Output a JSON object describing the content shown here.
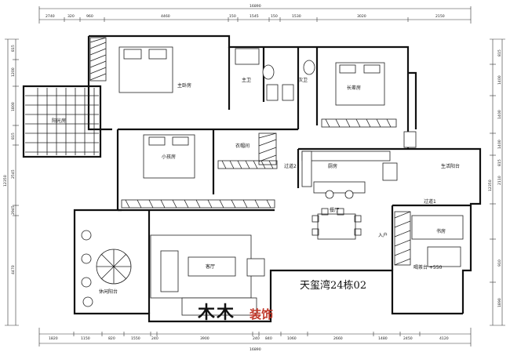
{
  "plan_title": "天玺湾24栋02",
  "brand": {
    "logo_text": "木木",
    "suffix": "装饰",
    "accent_color": "#c0392b"
  },
  "rooms": {
    "master_bedroom": "主卧房",
    "master_bath": "主卫",
    "guest_bath": "次卫",
    "elder_room": "长辈房",
    "sun_room": "阳光房",
    "small_bedroom": "小孩房",
    "cloakroom": "衣帽间",
    "aisle_2": "过道2",
    "kitchen": "厨房",
    "utility_balcony": "生活阳台",
    "aisle_1": "过道1",
    "dining": "餐厅",
    "entrance": "入户",
    "study": "书房",
    "living": "客厅",
    "leisure_balcony": "休闲阳台",
    "tea_table": "喝茶台 +550"
  },
  "dimensions": {
    "overall_width": "16890",
    "overall_height": "12350",
    "top": [
      "2740",
      "320",
      "960",
      "4460",
      "150",
      "1545",
      "150",
      "1530",
      "3020",
      "2150"
    ],
    "bottom": [
      "1820",
      "1150",
      "820",
      "1550",
      "240",
      "3900",
      "240",
      "840",
      "1060",
      "2660",
      "1480",
      "2450",
      "4120"
    ],
    "left": [
      "815",
      "1200",
      "1800",
      "815",
      "2545",
      "2945",
      "4470"
    ],
    "right": [
      "815",
      "1400",
      "1400",
      "1400",
      "815",
      "2110",
      "12350",
      "910",
      "1890"
    ]
  }
}
